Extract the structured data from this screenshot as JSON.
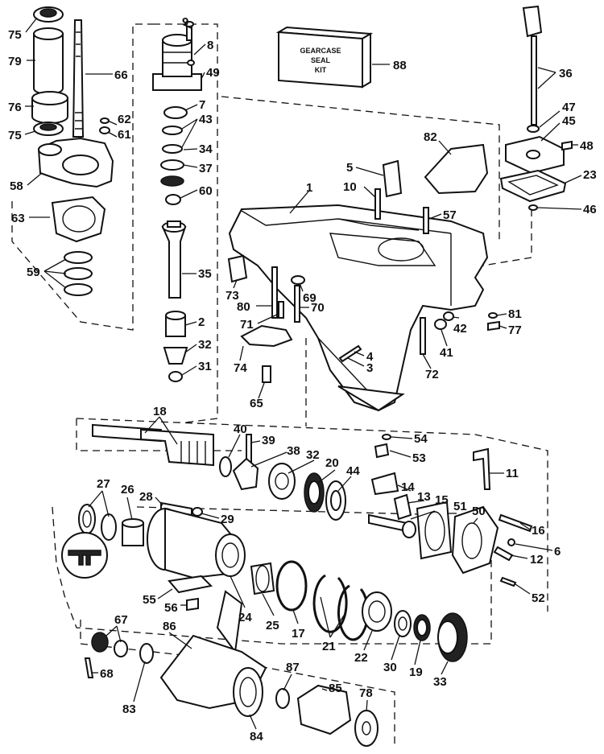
{
  "seal_kit_label": [
    "GEARCASE",
    "SEAL",
    "KIT"
  ],
  "callouts": [
    "75",
    "79",
    "76",
    "75",
    "58",
    "63",
    "59",
    "66",
    "62",
    "61",
    "9",
    "8",
    "49",
    "7",
    "43",
    "34",
    "37",
    "60",
    "35",
    "2",
    "32",
    "31",
    "88",
    "36",
    "47",
    "45",
    "48",
    "23",
    "46",
    "82",
    "5",
    "10",
    "1",
    "57",
    "73",
    "80",
    "69",
    "70",
    "71",
    "74",
    "65",
    "4",
    "3",
    "81",
    "77",
    "42",
    "41",
    "72",
    "18",
    "40",
    "39",
    "38",
    "32",
    "20",
    "44",
    "54",
    "53",
    "11",
    "14",
    "13",
    "15",
    "51",
    "50",
    "16",
    "6",
    "12",
    "52",
    "27",
    "26",
    "28",
    "29",
    "55",
    "56",
    "24",
    "25",
    "17",
    "21",
    "22",
    "30",
    "19",
    "33",
    "67",
    "68",
    "86",
    "83",
    "84",
    "87",
    "85",
    "78"
  ],
  "colors": {
    "ink": "#111111",
    "paper": "#ffffff"
  }
}
